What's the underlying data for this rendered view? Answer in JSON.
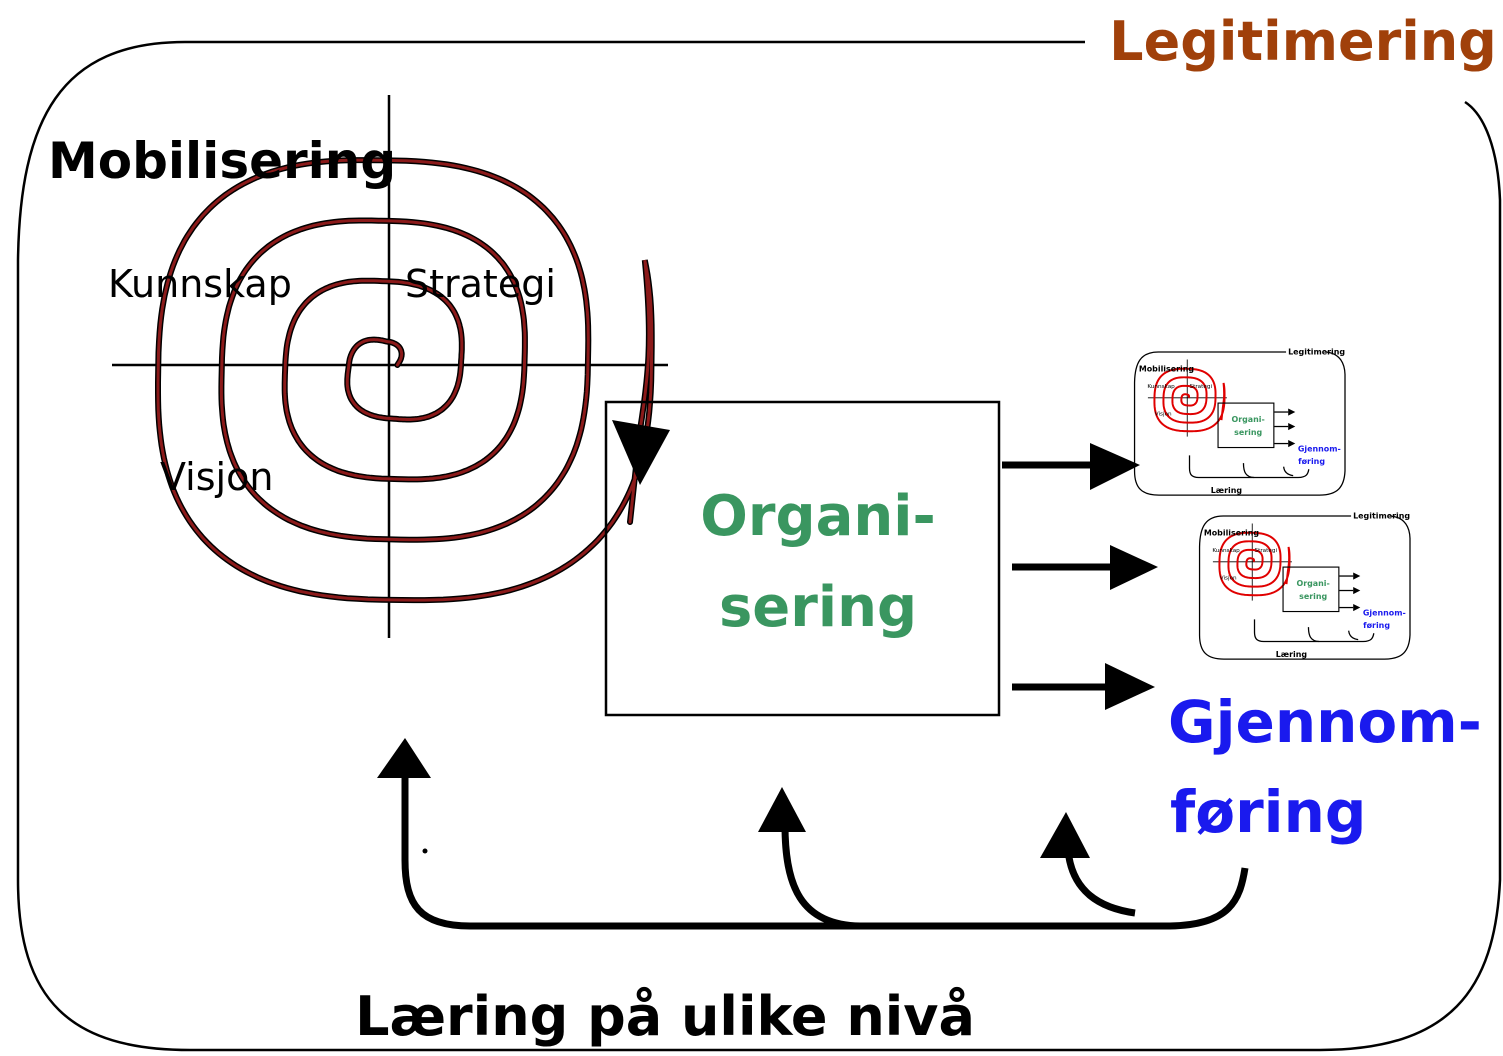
{
  "legitimering": "Legitimering",
  "mobilisering": "Mobilisering",
  "quadrants": {
    "kunnskap": "Kunnskap",
    "strategi": "Strategi",
    "visjon": "Visjon"
  },
  "organisering": {
    "line1": "Organi-",
    "line2": "sering"
  },
  "gjennomforing": {
    "line1": "Gjennom-",
    "line2": "føring"
  },
  "laering_caption": "Læring på ulike nivå",
  "mini": {
    "legitimering": "Legitimering",
    "mobilisering": "Mobilisering",
    "kunnskap": "Kunnskap",
    "strategi": "Strategi",
    "visjon": "Visjon",
    "organi": "Organi-",
    "sering": "sering",
    "gjennom": "Gjennom-",
    "foring": "føring",
    "laering": "Læring"
  },
  "colors": {
    "legitimering": "#a0400a",
    "spiral": "#8b1a1a",
    "organisering": "#3a9660",
    "gjennomforing": "#1a1aee",
    "mini_spiral": "#e00000",
    "ink": "#000000"
  }
}
